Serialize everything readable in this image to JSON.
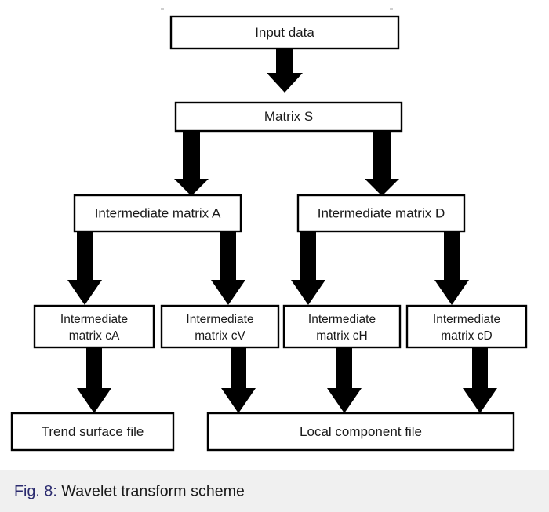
{
  "figure": {
    "caption_label": "Fig. 8:",
    "caption_title": "Wavelet transform scheme",
    "caption_band_color": "#f0f0f0",
    "caption_label_color": "#2a2a6e",
    "caption_title_color": "#1a1a1a"
  },
  "diagram": {
    "type": "flowchart",
    "orientation": "top-to-bottom",
    "box_fill": "#ffffff",
    "box_stroke": "#000000",
    "arrow_color": "#000000",
    "nodes": [
      {
        "id": "input",
        "label": "Input data",
        "level": 0
      },
      {
        "id": "matrixS",
        "label": "Matrix S",
        "level": 1
      },
      {
        "id": "matA",
        "label": "Intermediate matrix A",
        "level": 2
      },
      {
        "id": "matD",
        "label": "Intermediate matrix D",
        "level": 2
      },
      {
        "id": "matcA",
        "label_line1": "Intermediate",
        "label_line2": "matrix cA",
        "level": 3
      },
      {
        "id": "matcV",
        "label_line1": "Intermediate",
        "label_line2": "matrix cV",
        "level": 3
      },
      {
        "id": "matcH",
        "label_line1": "Intermediate",
        "label_line2": "matrix cH",
        "level": 3
      },
      {
        "id": "matcD",
        "label_line1": "Intermediate",
        "label_line2": "matrix cD",
        "level": 3
      },
      {
        "id": "trend",
        "label": "Trend surface file",
        "level": 4
      },
      {
        "id": "local",
        "label": "Local component file",
        "level": 4
      }
    ],
    "edges": [
      {
        "from": "input",
        "to": "matrixS"
      },
      {
        "from": "matrixS",
        "to": "matA"
      },
      {
        "from": "matrixS",
        "to": "matD"
      },
      {
        "from": "matA",
        "to": "matcA"
      },
      {
        "from": "matA",
        "to": "matcV"
      },
      {
        "from": "matD",
        "to": "matcH"
      },
      {
        "from": "matD",
        "to": "matcD"
      },
      {
        "from": "matcA",
        "to": "trend"
      },
      {
        "from": "matcV",
        "to": "local"
      },
      {
        "from": "matcH",
        "to": "local"
      },
      {
        "from": "matcD",
        "to": "local"
      }
    ]
  }
}
